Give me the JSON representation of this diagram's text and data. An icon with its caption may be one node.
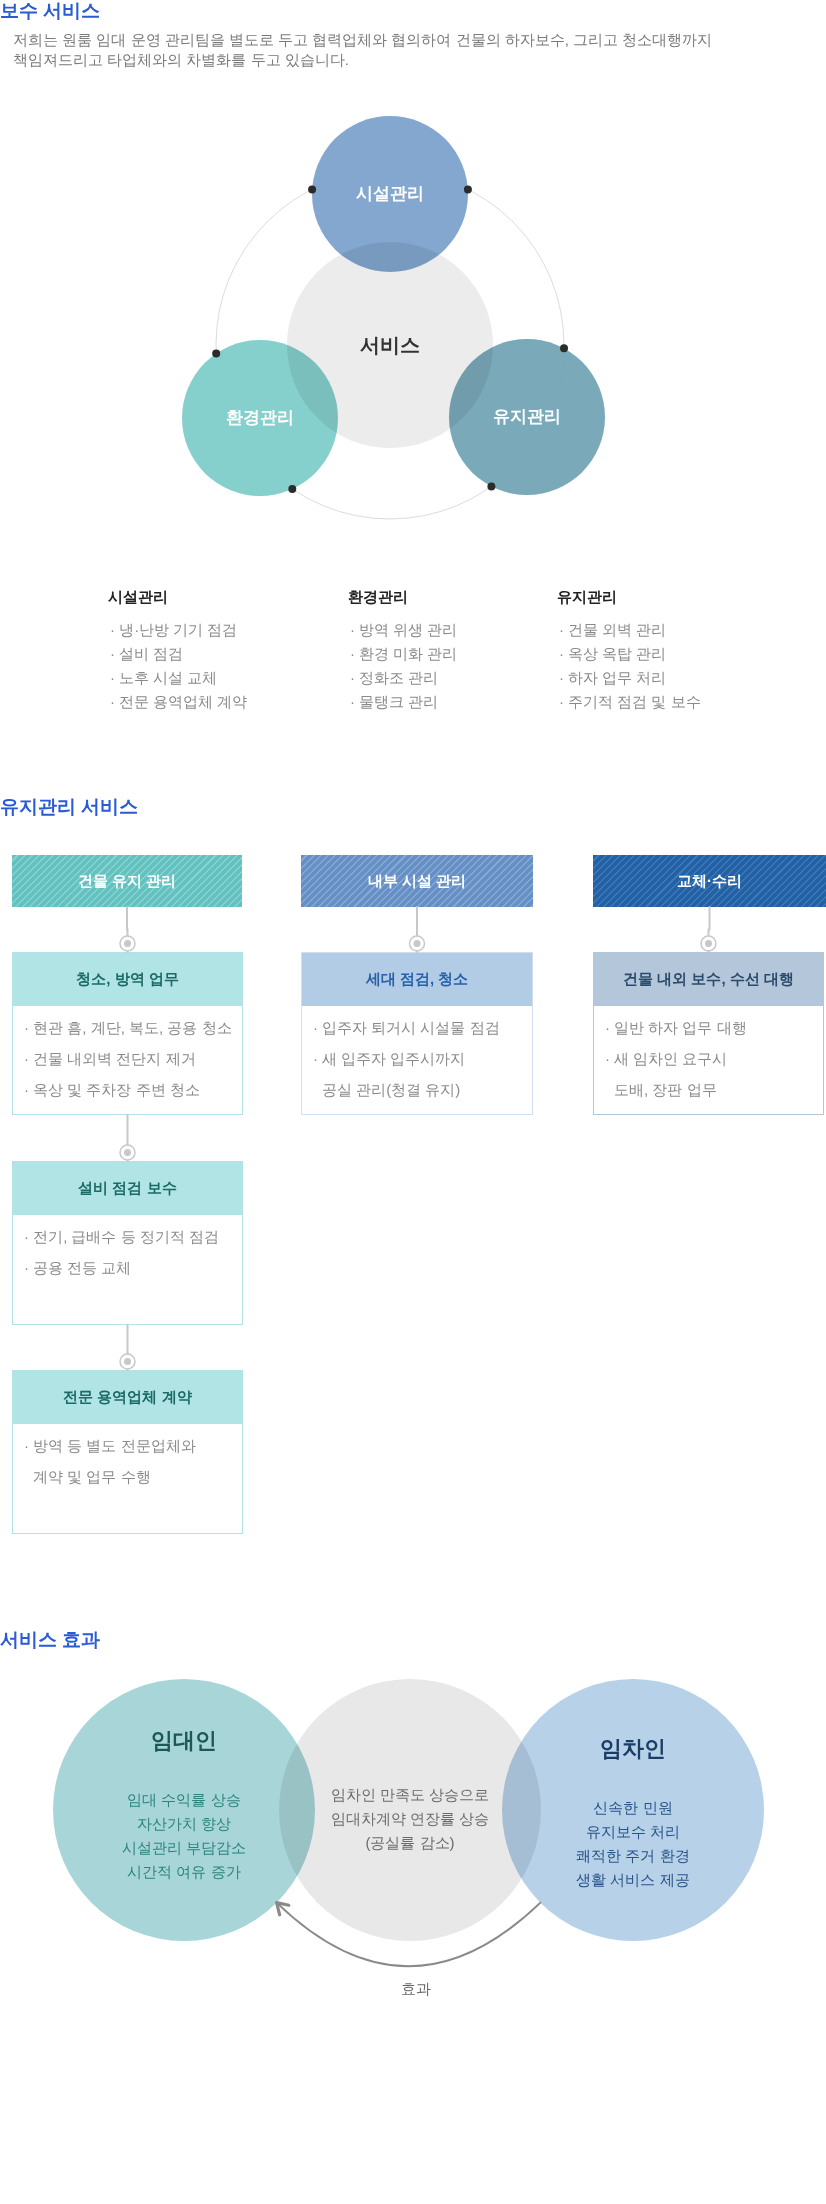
{
  "diagram": {
    "nodes": [
      {
        "text": [
          "서비스"
        ]
      },
      {
        "text": [
          "시설관리"
        ]
      },
      {
        "text": [
          "환경관리"
        ]
      },
      {
        "text": [
          "유지관리"
        ]
      },
      {
        "text": [
          "건물 유지 관리"
        ]
      },
      {
        "text": [
          "내부 시설 관리"
        ]
      },
      {
        "text": [
          "교체·수리"
        ]
      },
      {
        "text": [
          "청소, 방역 업무",
          "· 현관 흠, 계단, 복도, 공용 청소",
          "· 건물 내외벽 전단지 제거",
          "· 옥상 및 주차장 주변 청소"
        ]
      },
      {
        "text": [
          "세대 점검, 청소",
          "· 입주자 퇴거시 시설물 점검",
          "· 새 입주자 입주시까지 공실 관리(청결 유지)"
        ]
      },
      {
        "text": [
          "건물 내외 보수, 수선 대행",
          "· 일반 하자 업무 대행",
          "· 새 임차인 요구시 도배, 장판 업무"
        ]
      },
      {
        "text": [
          "설비 점검 보수",
          "· 전기, 급배수 등 정기적 점검",
          "· 공용 전등 교체"
        ]
      },
      {
        "text": [
          "전문 용역업체 계약",
          "· 방역 등 별도 전문업체와 계약 및 업무 수행"
        ]
      },
      {
        "text": [
          "임대인",
          "임대 수익률 상승",
          "자산가치 향상",
          "시설관리 부담감소",
          "시간적 여유 증가"
        ]
      },
      {
        "text": [
          "임차인 만족도 상승으로 임대차계약 연장률 상승",
          "(공실률 감소)"
        ]
      },
      {
        "text": [
          "임차인",
          "신속한 민원",
          "유지보수 처리",
          "쾌적한 주거 환경",
          "생활 서비스 제공"
        ]
      }
    ],
    "edges": [
      {
        "from": 4,
        "to": 7,
        "arrow": "other"
      },
      {
        "from": 5,
        "to": 8,
        "arrow": "other"
      },
      {
        "from": 6,
        "to": 9,
        "arrow": "other"
      },
      {
        "from": 7,
        "to": 10,
        "arrow": "other"
      },
      {
        "from": 10,
        "to": 11,
        "arrow": "other"
      },
      {
        "from": 14,
        "to": 12,
        "arrow": "to",
        "label": "효과",
        "color": "#8a8a8a"
      }
    ],
    "labels": [
      "보수 서비스",
      "저희는 원룸 임대 운영 관리팀을 별도로 두고 협력업체와 협의하여 건물의 하자보수, 그리고 청소대행까지 책임져드리고 타업체와의 차별화를 두고 있습니다.",
      "시설관리",
      "· 냉·난방 기기 점검",
      "· 설비 점검",
      "· 노후 시설 교체",
      "· 전문 용역업체 계약",
      "환경관리",
      "· 방역 위생 관리",
      "· 환경 미화 관리",
      "· 정화조 관리",
      "· 물탱크 관리",
      "유지관리",
      "· 건물 외벽 관리",
      "· 옥상 옥탑 관리",
      "· 하자 업무 처리",
      "· 주기적 점검 및 보수",
      "유지관리 서비스",
      "서비스 효과"
    ]
  }
}
